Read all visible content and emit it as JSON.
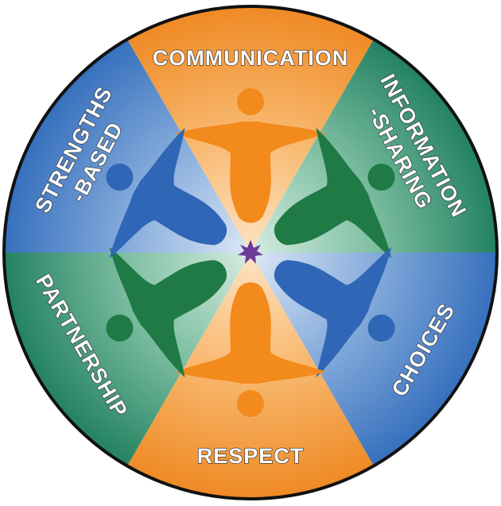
{
  "title": "Circle of principles",
  "segments": [
    {
      "label": "COMMUNICATION",
      "color": "#f0912f"
    },
    {
      "label_line1": "INFORMATION",
      "label_line2": "-SHARING",
      "color": "#2a8a68"
    },
    {
      "label": "CHOICES",
      "color": "#3a74c0"
    },
    {
      "label": "RESPECT",
      "color": "#f0912f"
    },
    {
      "label": "PARTNERSHIP",
      "color": "#2a8a68"
    },
    {
      "label_line1": "STRENGTHS",
      "label_line2": "-BASED",
      "color": "#3a74c0"
    }
  ],
  "figure_colors": {
    "orange": "#f28a1c",
    "green": "#1f7a45",
    "blue": "#2f66b5"
  },
  "center_star_color": "#6b3a9a"
}
